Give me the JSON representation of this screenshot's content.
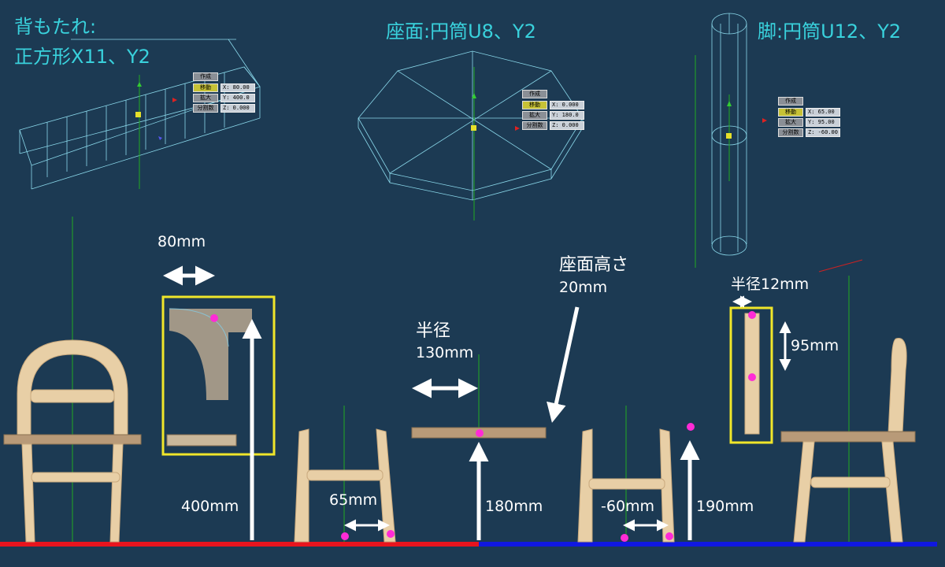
{
  "titles": {
    "backrest": [
      "背もたれ:",
      "正方形X11、Y2"
    ],
    "seat": "座面:円筒U8、Y2",
    "leg": "脚:円筒U12、Y2"
  },
  "panel_labels": {
    "create": "作成",
    "move": "移動",
    "scale": "拡大",
    "div": "分割数"
  },
  "panels": [
    {
      "x": "X: 80.00",
      "y": "Y: 400.0",
      "z": "Z: 0.000"
    },
    {
      "x": "X: 0.000",
      "y": "Y: 180.0",
      "z": "Z: 0.000"
    },
    {
      "x": "X: 65.00",
      "y": "Y: 95.00",
      "z": "Z: -60.00"
    }
  ],
  "dims": {
    "w80": "80mm",
    "h400": "400mm",
    "d65": "65mm",
    "radius_label": "半径",
    "r130": "130mm",
    "seat_h_label": "座面高さ",
    "seat_h": "20mm",
    "h180": "180mm",
    "d60": "-60mm",
    "h190": "190mm",
    "leg_r": "半径12mm",
    "h95": "95mm"
  },
  "colors": {
    "bg": "#1c3a53",
    "title": "#39d1dc",
    "red": "#e8141e",
    "blue": "#1018e0",
    "wood": "#e8cfa6",
    "highlight": "#f0e62a",
    "dot": "#ff2bd6"
  }
}
